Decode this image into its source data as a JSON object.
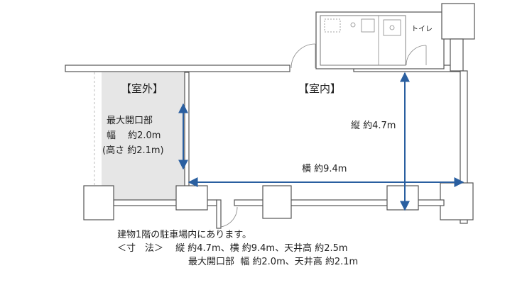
{
  "labels": {
    "outdoor": "【室外】",
    "indoor": "【室内】",
    "toilet": "トイレ",
    "opening_title": "最大開口部",
    "opening_width": "幅　 約2.0m",
    "opening_height": "(高さ 約2.1m)",
    "depth": "縦 約4.7m",
    "width": "横 約9.4m"
  },
  "notes": {
    "line1": "建物1階の駐車場内にあります。",
    "line2": "＜寸　法＞　 縦 約4.7m、横 約9.4m、天井高 約2.5m",
    "line3": "最大開口部  幅 約2.0m、天井高 約2.1m"
  },
  "colors": {
    "arrow": "#2a5fa0",
    "outdoor_fill": "#e6e6e6",
    "wall": "#555555"
  }
}
